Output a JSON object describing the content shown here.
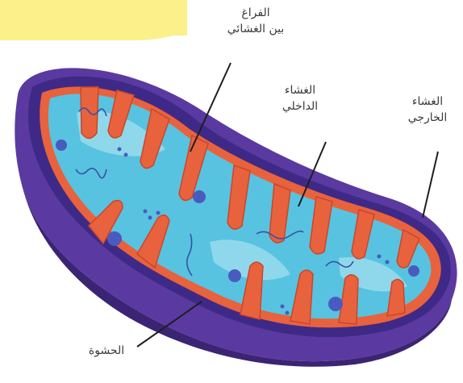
{
  "labels": {
    "intermembrane_space": {
      "line1": "الفراغ",
      "line2": "بين الغشائي"
    },
    "inner_membrane": {
      "line1": "الغشاء",
      "line2": "الداخلي"
    },
    "outer_membrane": {
      "line1": "الغشاء",
      "line2": "الخارجي"
    },
    "matrix": {
      "line1": "الحشوة"
    }
  },
  "colors": {
    "highlight_band": "#fbf089",
    "outer_membrane": "#5a3aa0",
    "outer_membrane_dark": "#3c2475",
    "intermembrane_space": "#3e2a86",
    "inner_membrane": "#e8623e",
    "matrix": "#57c3e0",
    "matrix_light": "#8fd8ec",
    "particles": "#4a5bc0",
    "leader_line": "#1f1f1f"
  }
}
